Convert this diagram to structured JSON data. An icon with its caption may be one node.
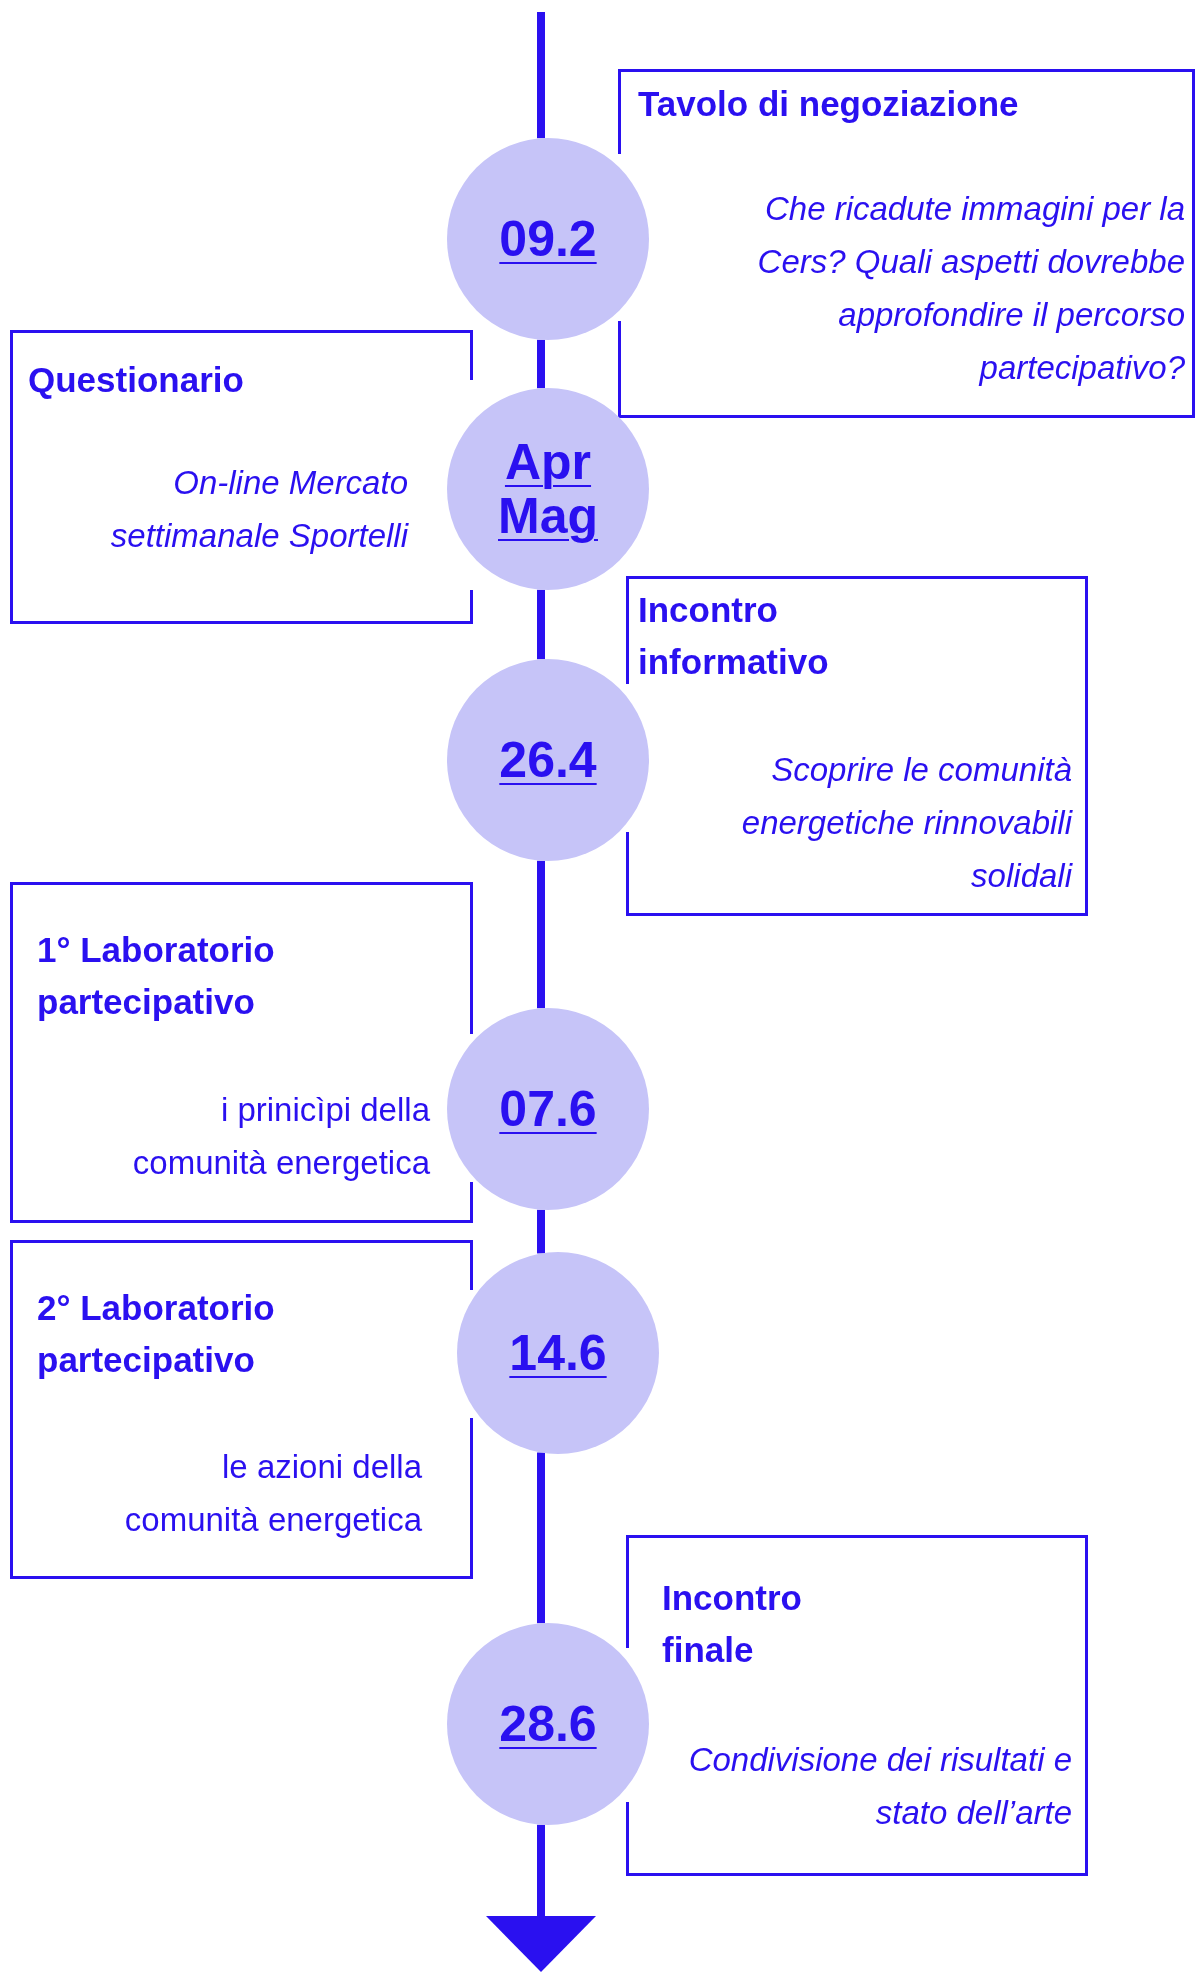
{
  "diagram": {
    "nodes": [
      {
        "text": [
          "Tavolo di negoziazione",
          "Che ricadute immagini per la Cers? Quali aspetti dovrebbe approfondire il percorso partecipativo?"
        ]
      },
      {
        "text": [
          "09.2"
        ]
      },
      {
        "text": [
          "Questionario",
          "On-line Mercato settimanale Sportelli"
        ]
      },
      {
        "text": [
          "Apr Mag"
        ]
      },
      {
        "text": [
          "Incontro informativo",
          "Scoprire le comunità energetiche rinnovabili solidali"
        ]
      },
      {
        "text": [
          "26.4"
        ]
      },
      {
        "text": [
          "1° Laboratorio partecipativo",
          "i prinicìpi della comunità energetica"
        ]
      },
      {
        "text": [
          "07.6"
        ]
      },
      {
        "text": [
          "2° Laboratorio partecipativo",
          "le azioni della comunità energetica"
        ]
      },
      {
        "text": [
          "14.6"
        ]
      },
      {
        "text": [
          "Incontro finale",
          "Condivisione dei risultati e stato dell’arte"
        ]
      },
      {
        "text": [
          "28.6"
        ]
      }
    ],
    "edges": [
      {
        "from": null,
        "to": 1,
        "arrow": "none"
      },
      {
        "from": 1,
        "to": 3,
        "arrow": "none"
      },
      {
        "from": 3,
        "to": 5,
        "arrow": "none"
      },
      {
        "from": 5,
        "to": 7,
        "arrow": "none"
      },
      {
        "from": 7,
        "to": 9,
        "arrow": "none"
      },
      {
        "from": 9,
        "to": 11,
        "arrow": "none"
      },
      {
        "from": 11,
        "to": null,
        "arrow": "to"
      }
    ]
  }
}
